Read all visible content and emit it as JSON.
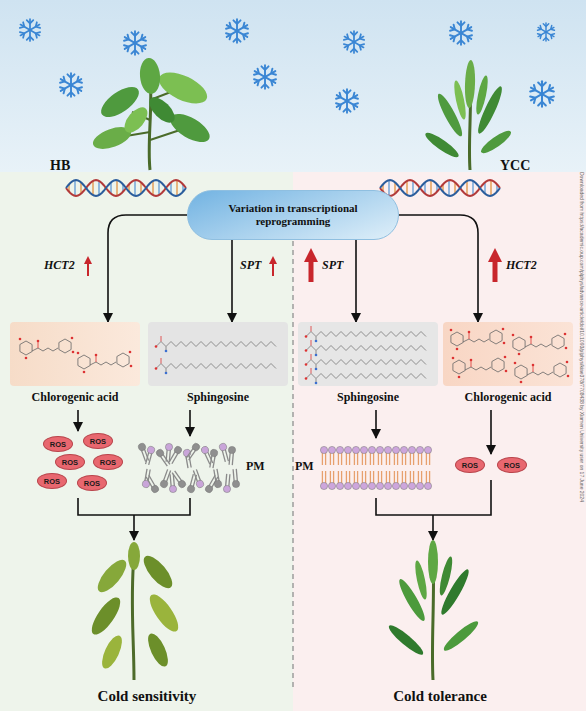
{
  "diagram": {
    "nodes": [
      {
        "text": [
          "Variation in transcriptional reprogramming"
        ]
      },
      {
        "text": [
          "Chlorogenic acid"
        ]
      },
      {
        "text": [
          "Sphingosine"
        ]
      },
      {
        "text": [
          "Sphingosine"
        ]
      },
      {
        "text": [
          "Chlorogenic acid"
        ]
      },
      {
        "text": [
          "ROS"
        ]
      },
      {
        "text": [
          "ROS"
        ]
      },
      {
        "text": [
          "ROS"
        ]
      },
      {
        "text": [
          "ROS"
        ]
      },
      {
        "text": [
          "ROS"
        ]
      },
      {
        "text": [
          "ROS"
        ]
      },
      {
        "text": [
          "ROS"
        ]
      },
      {
        "text": [
          "ROS"
        ]
      }
    ],
    "edges": [
      {
        "from": 0,
        "to": 1,
        "arrow": "to",
        "label": "HCT2"
      },
      {
        "from": 0,
        "to": 2,
        "arrow": "to",
        "label": "SPT"
      },
      {
        "from": 0,
        "to": 3,
        "arrow": "to",
        "label": "SPT"
      },
      {
        "from": 0,
        "to": 4,
        "arrow": "to",
        "label": "HCT2"
      }
    ],
    "labels": [
      "HB",
      "YCC",
      "PM",
      "PM",
      "Cold sensitivity",
      "Cold tolerance",
      "Downloaded from https://academic.oup.com/plphys/advance-article/doi/10.1093/plphys/kiae378/7708438 by Xiamen University user on 17 June 2024"
    ]
  }
}
